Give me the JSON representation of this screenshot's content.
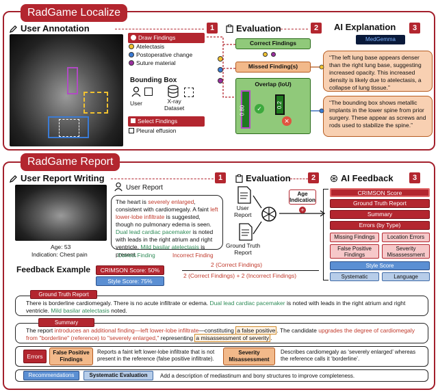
{
  "localize": {
    "title": "RadGame Localize",
    "user_annotation": "User Annotation",
    "draw_findings": "Draw Findings",
    "findings": [
      {
        "label": "Atelectasis",
        "color": "#f2c230"
      },
      {
        "label": "Postoperative change",
        "color": "#3a7bd5"
      },
      {
        "label": "Suture material",
        "color": "#9b2f9f"
      }
    ],
    "bounding_box": "Bounding Box",
    "user_label": "User",
    "dataset_label": "X-ray\nDataset",
    "select_findings": "Select Findings",
    "pleural_effusion": "Pleural effusion",
    "evaluation": "Evaluation",
    "correct_findings": "Correct Findings",
    "missed_findings": "Missed Finding(s)",
    "overlap": "Overlap (IoU)",
    "bar1": "0.80",
    "bar2": "0.2",
    "ai_explanation": "AI Explanation",
    "medgemma": "MedGemma",
    "quote1": "“The left lung base appears denser than the right lung base, suggesting increased opacity. This increased density is likely due to atelectasis, a collapse of lung tissue.”",
    "quote2": "“The bounding box shows metallic implants in the lower spine from prior surgery. These appear as screws and rods used to stabilize the spine.”",
    "nums": [
      "1",
      "2",
      "3"
    ]
  },
  "report": {
    "title": "RadGame Report",
    "user_report_writing": "User Report Writing",
    "user_report": "User Report",
    "report_parts": [
      {
        "t": "The heart is ",
        "c": ""
      },
      {
        "t": "severely enlarged",
        "c": "red"
      },
      {
        "t": ", consistent with cardiomegaly. A faint ",
        "c": ""
      },
      {
        "t": "left lower-lobe infiltrate",
        "c": "red"
      },
      {
        "t": " is suggested, though no pulmonary edema is seen. ",
        "c": ""
      },
      {
        "t": "Dual lead cardiac pacemaker",
        "c": "green"
      },
      {
        "t": " is noted with leads in the right atrium and right ventricle. ",
        "c": ""
      },
      {
        "t": "Mild basilar atelectasis",
        "c": "green"
      },
      {
        "t": " is present.",
        "c": ""
      }
    ],
    "correct_finding": "Correct Finding",
    "incorrect_finding": "Incorrect Finding",
    "age": "Age: 53",
    "indication": "Indication:  Chest pain",
    "evaluation": "Evaluation",
    "user_report_label": "User\nReport",
    "gt_report_label": "Ground Truth\nReport",
    "age_indication": "Age\nIndication",
    "ai_feedback": "AI Feedback",
    "fb": {
      "crimson": "CRIMSON Score",
      "gt": "Ground Truth Report",
      "summary": "Summary",
      "errors": "Errors (by Type)",
      "missing": "Missing Findings",
      "location": "Location Errors",
      "false_pos": "False Positive\nFindings",
      "severity": "Severity\nMisassessment",
      "style": "Style Score",
      "systematic": "Systematic",
      "language": "Language"
    },
    "feedback_example": "Feedback Example",
    "crimson_score": "CRIMSON Score: 50%",
    "style_score": "Style Score: 75%",
    "formula_num": "2 (Correct Findings)",
    "formula_den": "2 (Correct Findings) + 2 (Incorrect Findings)",
    "gt_tag": "Ground Truth Report",
    "gt_text_a": "There is borderline cardiomegaly. There is no acute infiltrate or edema. ",
    "gt_text_b": "Dual lead cardiac pacemaker",
    "gt_text_c": " is noted with leads in the right atrium and right ventricle. ",
    "gt_text_d": "Mild basilar atelectasis",
    "gt_text_e": " noted.",
    "summary_tag": "Summary",
    "sum_parts": [
      {
        "t": "The report ",
        "c": ""
      },
      {
        "t": "introduces an additional finding—left lower-lobe infiltrate",
        "c": "red"
      },
      {
        "t": "—constituting ",
        "c": ""
      },
      {
        "t": "a false positive",
        "c": "box"
      },
      {
        "t": ". The candidate ",
        "c": ""
      },
      {
        "t": "upgrades the degree of cardiomegaly from \"borderline\" (reference) to \"severely enlarged,\"",
        "c": "red"
      },
      {
        "t": " representing ",
        "c": ""
      },
      {
        "t": "a misassessment of severity",
        "c": "box"
      },
      {
        "t": ".",
        "c": ""
      }
    ],
    "errors_tag": "Errors",
    "fp_tag": "False Positive\nFindings",
    "fp_text": "Reports a faint left lower-lobe infiltrate that is not present in the reference (false positive infiltrate).",
    "sev_tag": "Severity\nMisassessment",
    "sev_text": "Describes cardiomegaly as ‘severely enlarged’ whereas the reference calls it ‘borderline’.",
    "rec_tag": "Recommendations",
    "sys_tag": "Systematic Evaluation",
    "rec_text": "Add a description of mediastinum and bony structures to improve completeness.",
    "nums": [
      "1",
      "2",
      "3"
    ]
  }
}
